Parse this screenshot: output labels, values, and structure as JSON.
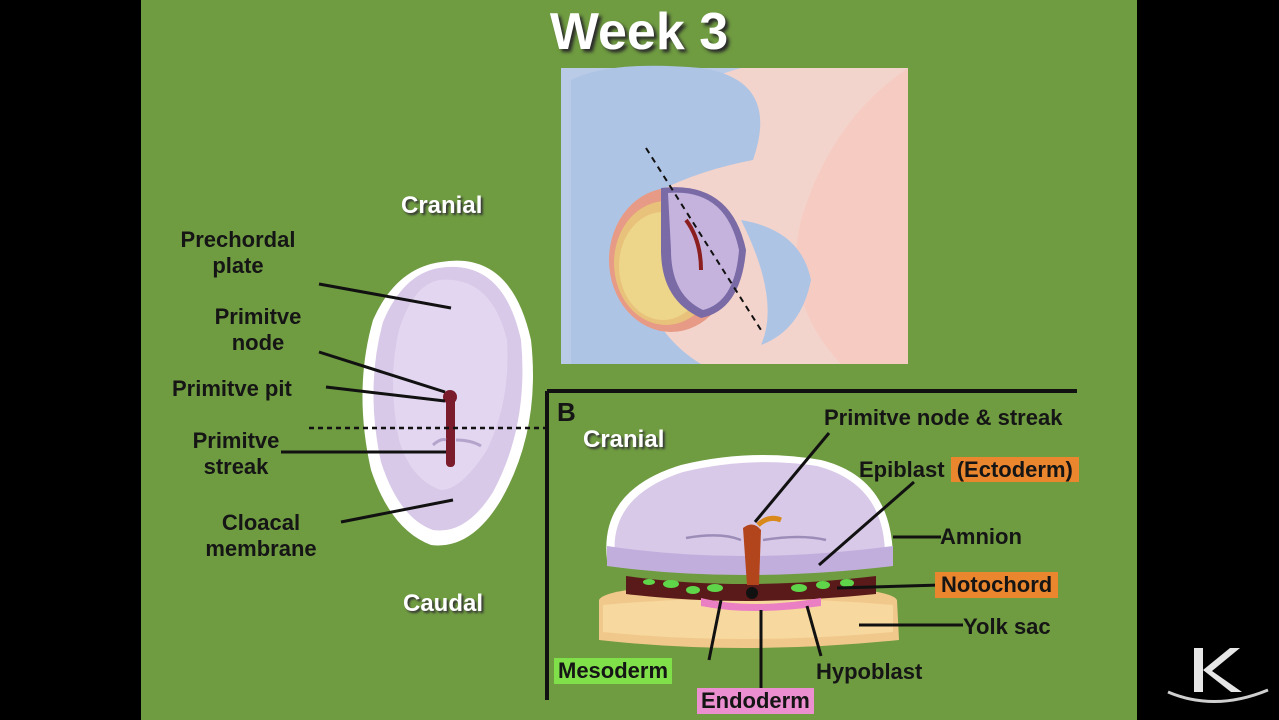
{
  "title": "Week 3",
  "left_panel": {
    "cranial": "Cranial",
    "caudal": "Caudal",
    "labels": {
      "prechordal_line1": "Prechordal",
      "prechordal_line2": "plate",
      "node_line1": "Primitve",
      "node_line2": "node",
      "pit": "Primitve pit",
      "streak_line1": "Primitve",
      "streak_line2": "streak",
      "cloacal_line1": "Cloacal",
      "cloacal_line2": "membrane"
    }
  },
  "panel_b": {
    "letter": "B",
    "cranial": "Cranial",
    "labels": {
      "node_streak": "Primitve node & streak",
      "epiblast": "Epiblast",
      "ectoderm": "(Ectoderm)",
      "amnion": "Amnion",
      "notochord": "Notochord",
      "yolk_sac": "Yolk sac",
      "hypoblast": "Hypoblast",
      "mesoderm": "Mesoderm",
      "endoderm": "Endoderm"
    }
  },
  "colors": {
    "slide_bg": "#6f9b41",
    "highlight_orange": "#e9862e",
    "highlight_green": "#7fe04a",
    "highlight_pink": "#ec8fd0"
  },
  "icons": {
    "logo": "k-logo-icon"
  }
}
